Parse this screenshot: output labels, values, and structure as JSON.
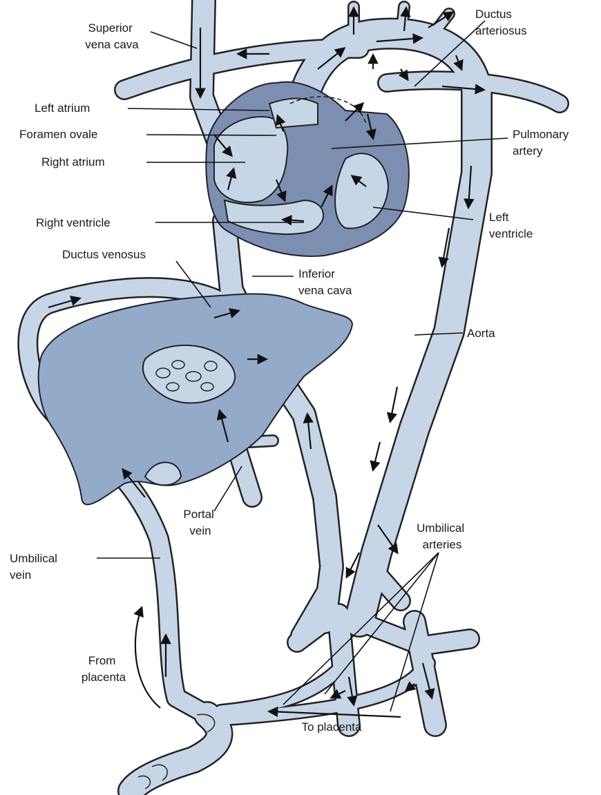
{
  "colors": {
    "vessel": "#c6d6e7",
    "organ": "#93aac8",
    "heart_wall": "#7d8fb0",
    "outline": "#222222",
    "background": "#ffffff"
  },
  "labels": {
    "superior_vena_cava": [
      "Superior",
      "vena cava"
    ],
    "ductus_arteriosus": [
      "Ductus",
      "arteriosus"
    ],
    "left_atrium": [
      "Left atrium"
    ],
    "foramen_ovale": [
      "Foramen ovale"
    ],
    "right_atrium": [
      "Right atrium"
    ],
    "pulmonary_artery": [
      "Pulmonary",
      "artery"
    ],
    "right_ventricle": [
      "Right ventricle"
    ],
    "left_ventricle": [
      "Left",
      "ventricle"
    ],
    "ductus_venosus": [
      "Ductus venosus"
    ],
    "inferior_vena_cava": [
      "Inferior",
      "vena cava"
    ],
    "aorta": [
      "Aorta"
    ],
    "portal_vein": [
      "Portal",
      "vein"
    ],
    "umbilical_arteries": [
      "Umbilical",
      "arteries"
    ],
    "umbilical_vein": [
      "Umbilical",
      "vein"
    ],
    "from_placenta": [
      "From",
      "placenta"
    ],
    "to_placenta": [
      "To placenta"
    ]
  }
}
